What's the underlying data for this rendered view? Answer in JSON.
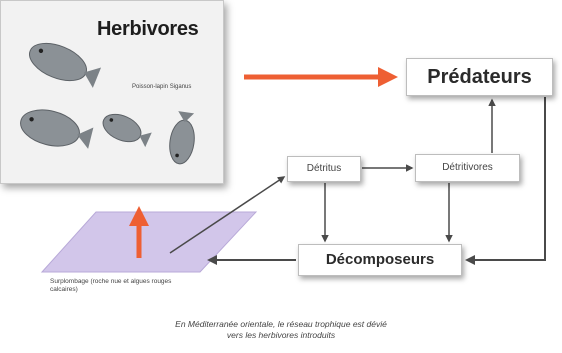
{
  "diagram": {
    "herbivores": {
      "title": "Herbivores",
      "species_label": "Poisson-lapin Siganus"
    },
    "nodes": {
      "predateurs": "Prédateurs",
      "detritus": "Détritus",
      "detritivores": "Détritivores",
      "decomposeurs": "Décomposeurs"
    },
    "substrate_label": "Surplombage (roche nue et algues rouges calcaires)",
    "caption": {
      "line1": "En Méditerranée orientale, le réseau trophique est dévié",
      "line2": "vers les herbivores introduits"
    },
    "colors": {
      "highlight_arrow": "#ee5f33",
      "arrow": "#4a4a4a",
      "substrate": "#d2c6ea",
      "fish": "#8b9196"
    }
  }
}
